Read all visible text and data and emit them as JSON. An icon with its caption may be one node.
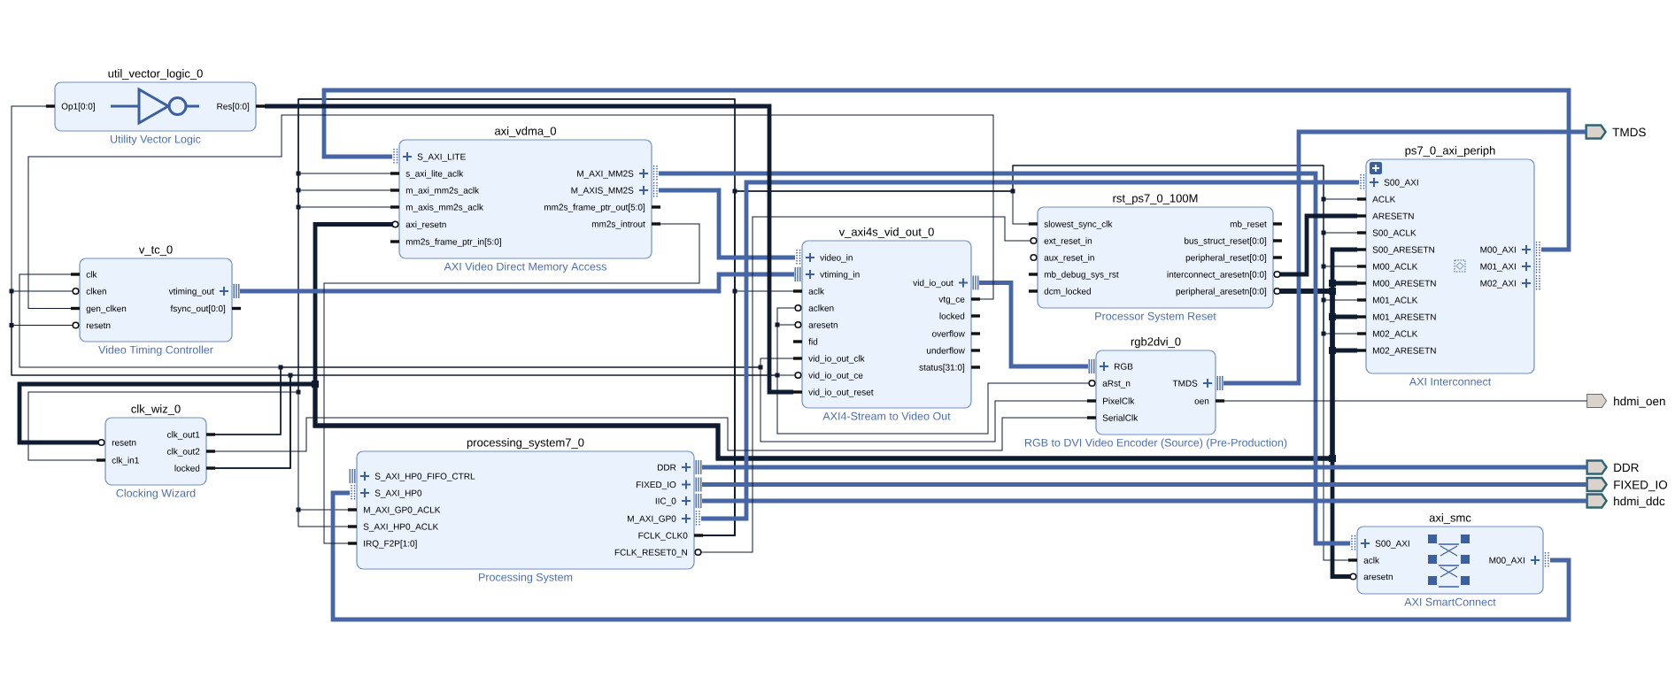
{
  "diagram": {
    "nodes": [
      {
        "text": [
          "util_vector_logic_0",
          "Op1[0:0]",
          "Res[0:0]",
          "Utility Vector Logic"
        ]
      },
      {
        "text": [
          "axi_vdma_0",
          "S_AXI_LITE",
          "s_axi_lite_aclk",
          "m_axi_mm2s_aclk",
          "m_axis_mm2s_aclk",
          "axi_resetn",
          "mm2s_frame_ptr_in[5:0]",
          "M_AXI_MM2S",
          "M_AXIS_MM2S",
          "mm2s_frame_ptr_out[5:0]",
          "mm2s_introut",
          "AXI Video Direct Memory Access"
        ]
      },
      {
        "text": [
          "TMDS"
        ]
      },
      {
        "text": [
          "ps7_0_axi_periph",
          "S00_AXI",
          "ACLK",
          "ARESETN",
          "S00_ACLK",
          "S00_ARESETN",
          "M00_ACLK",
          "M00_ARESETN",
          "M01_ACLK",
          "M01_ARESETN",
          "M02_ACLK",
          "M02_ARESETN",
          "M00_AXI",
          "M01_AXI",
          "M02_AXI",
          "AXI Interconnect"
        ]
      },
      {
        "text": [
          "rst_ps7_0_100M",
          "slowest_sync_clk",
          "ext_reset_in",
          "aux_reset_in",
          "mb_debug_sys_rst",
          "dcm_locked",
          "mb_reset",
          "bus_struct_reset[0:0]",
          "peripheral_reset[0:0]",
          "interconnect_aresetn[0:0]",
          "peripheral_aresetn[0:0]",
          "Processor System Reset"
        ]
      },
      {
        "text": [
          "v_tc_0",
          "clk",
          "clken",
          "gen_clken",
          "resetn",
          "vtiming_out",
          "fsync_out[0:0]",
          "Video Timing Controller"
        ]
      },
      {
        "text": [
          "v_axi4s_vid_out_0",
          "video_in",
          "vtiming_in",
          "aclk",
          "aclken",
          "aresetn",
          "fid",
          "vid_io_out_clk",
          "vid_io_out_ce",
          "vid_io_out_reset",
          "vid_io_out",
          "vtg_ce",
          "locked",
          "overflow",
          "underflow",
          "status[31:0]",
          "AXI4-Stream to Video Out"
        ]
      },
      {
        "text": [
          "rgb2dvi_0",
          "RGB",
          "aRst_n",
          "PixelClk",
          "SerialClk",
          "TMDS",
          "oen",
          "RGB to DVI Video Encoder (Source) (Pre-Production)"
        ]
      },
      {
        "text": [
          "hdmi_oen"
        ]
      },
      {
        "text": [
          "clk_wiz_0",
          "resetn",
          "clk_in1",
          "clk_out1",
          "clk_out2",
          "locked",
          "Clocking Wizard"
        ]
      },
      {
        "text": [
          "processing_system7_0",
          "S_AXI_HP0_FIFO_CTRL",
          "S_AXI_HP0",
          "M_AXI_GP0_ACLK",
          "S_AXI_HP0_ACLK",
          "IRQ_F2P[1:0]",
          "DDR",
          "FIXED_IO",
          "IIC_0",
          "M_AXI_GP0",
          "FCLK_CLK0",
          "FCLK_RESET0_N",
          "Processing System"
        ]
      },
      {
        "text": [
          "DDR"
        ]
      },
      {
        "text": [
          "FIXED_IO"
        ]
      },
      {
        "text": [
          "hdmi_ddc"
        ]
      },
      {
        "text": [
          "axi_smc",
          "S00_AXI",
          "aclk",
          "aresetn",
          "M00_AXI",
          "AXI SmartConnect"
        ]
      }
    ],
    "edges": [
      {
        "from": 10,
        "to": 3,
        "arrow": "none",
        "style": "thick",
        "color": "#4666a6"
      },
      {
        "from": 1,
        "to": 14,
        "arrow": "none",
        "style": "thick",
        "color": "#4666a6"
      },
      {
        "from": 14,
        "to": 10,
        "arrow": "none",
        "style": "thick",
        "color": "#4666a6"
      },
      {
        "from": 3,
        "to": 1,
        "arrow": "none",
        "style": "thick",
        "color": "#4666a6"
      },
      {
        "from": 1,
        "to": 6,
        "arrow": "none",
        "style": "thick",
        "color": "#4666a6"
      },
      {
        "from": 5,
        "to": 6,
        "arrow": "none",
        "style": "thick",
        "color": "#4666a6"
      },
      {
        "from": 6,
        "to": 7,
        "arrow": "none",
        "style": "thick",
        "color": "#4666a6"
      },
      {
        "from": 7,
        "to": 2,
        "arrow": "none",
        "style": "thick",
        "color": "#4666a6"
      },
      {
        "from": 10,
        "to": 11,
        "arrow": "none",
        "style": "thick",
        "color": "#4666a6"
      },
      {
        "from": 10,
        "to": 12,
        "arrow": "none",
        "style": "thick",
        "color": "#4666a6"
      },
      {
        "from": 10,
        "to": 13,
        "arrow": "none",
        "style": "thick",
        "color": "#4666a6"
      },
      {
        "from": 7,
        "to": 8,
        "arrow": "none"
      },
      {
        "from": 10,
        "to": 1,
        "arrow": "none"
      },
      {
        "from": 10,
        "to": 6,
        "arrow": "none"
      },
      {
        "from": 10,
        "to": 4,
        "arrow": "none"
      },
      {
        "from": 10,
        "to": 3,
        "arrow": "none"
      },
      {
        "from": 10,
        "to": 14,
        "arrow": "none"
      },
      {
        "from": 10,
        "to": 10,
        "arrow": "none"
      },
      {
        "from": 10,
        "to": 9,
        "arrow": "none"
      },
      {
        "from": 10,
        "to": 4,
        "arrow": "none"
      },
      {
        "from": 4,
        "to": 3,
        "arrow": "none",
        "style": "thick"
      },
      {
        "from": 4,
        "to": 3,
        "arrow": "none",
        "style": "thick"
      },
      {
        "from": 4,
        "to": 14,
        "arrow": "none",
        "style": "thick"
      },
      {
        "from": 4,
        "to": 1,
        "arrow": "none",
        "style": "thick"
      },
      {
        "from": 4,
        "to": 9,
        "arrow": "none",
        "style": "thick"
      },
      {
        "from": 9,
        "to": 5,
        "arrow": "none"
      },
      {
        "from": 9,
        "to": 6,
        "arrow": "none"
      },
      {
        "from": 9,
        "to": 7,
        "arrow": "none"
      },
      {
        "from": 9,
        "to": 7,
        "arrow": "none"
      },
      {
        "from": 9,
        "to": 0,
        "arrow": "none"
      },
      {
        "from": 9,
        "to": 5,
        "arrow": "none"
      },
      {
        "from": 9,
        "to": 6,
        "arrow": "none"
      },
      {
        "from": 9,
        "to": 7,
        "arrow": "none"
      },
      {
        "from": 6,
        "to": 5,
        "arrow": "none"
      },
      {
        "from": 0,
        "to": 6,
        "arrow": "none",
        "style": "thick"
      },
      {
        "from": 1,
        "to": 10,
        "arrow": "none"
      }
    ]
  }
}
